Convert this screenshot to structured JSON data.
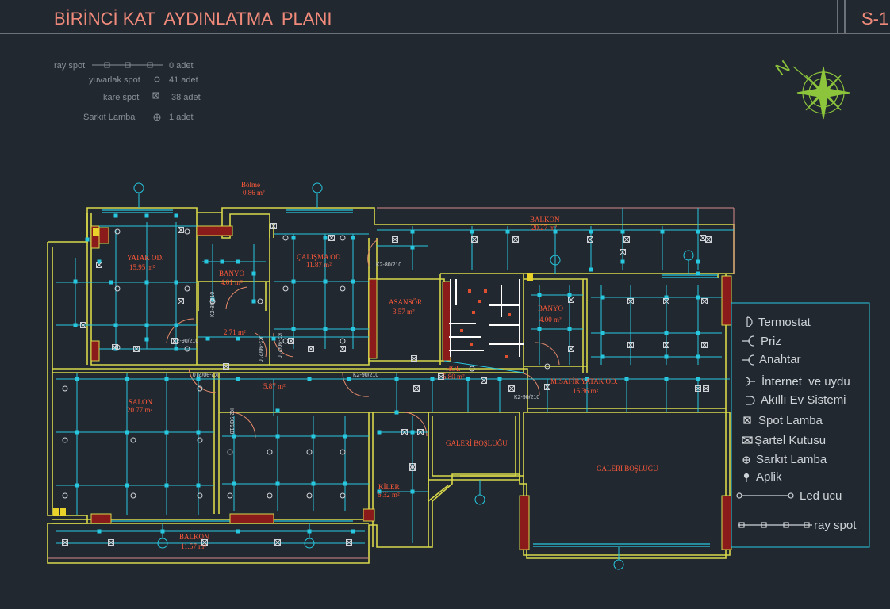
{
  "header": {
    "title": "BİRİNCİ KAT  AYDINLATMA  PLANI",
    "sheet": "S-1"
  },
  "colors": {
    "background": "#212830",
    "wall": "#d8d84a",
    "wire": "#27c7df",
    "room_text": "#ff5a3a",
    "door": "#e58a6a",
    "legend": "#cfd4d8",
    "compass": "#8cc43c",
    "brick": "#a01f1f"
  },
  "counts": [
    {
      "label": "ray spot",
      "count": "0 adet"
    },
    {
      "label": "yuvarlak spot",
      "count": "41 adet"
    },
    {
      "label": "kare spot",
      "count": "38 adet"
    },
    {
      "label": "Sarkıt Lamba",
      "count": "1 adet"
    }
  ],
  "rooms": [
    {
      "name": "YATAK OD.",
      "area": "15.95 m²"
    },
    {
      "name": "BANYO",
      "area": "4.01 m²"
    },
    {
      "name": "ÇALIŞMA OD.",
      "area": "11.87 m²"
    },
    {
      "name": "Bölme",
      "area": "0.86 m²"
    },
    {
      "name": "BALKON",
      "area": "20.27 m²"
    },
    {
      "name": "ASANSÖR",
      "area": "3.57 m²"
    },
    {
      "name": "BANYO",
      "area": "4.00 m²"
    },
    {
      "name": "HOL",
      "area": "5.80 m²"
    },
    {
      "name": "MİSAFİR YATAK OD.",
      "area": "16.36 m²"
    },
    {
      "name": "SALON",
      "area": "20.77 m²"
    },
    {
      "name": "GALERİ BOŞLUĞU",
      "area": ""
    },
    {
      "name": "GALERİ BOŞLUĞU",
      "area": ""
    },
    {
      "name": "KİLER",
      "area": "6.32 m²"
    },
    {
      "name": "BALKON",
      "area": "11.57 m²"
    },
    {
      "name": "",
      "area": "2.71 m²"
    },
    {
      "name": "",
      "area": "5.87 m²"
    }
  ],
  "doors": [
    "K2-80/210",
    "K2-90/210",
    "K2-90/210",
    "K2-80/210",
    "K2-90/210",
    "K2-90/210",
    "K2-90/210",
    "K2-90/210",
    "K2-90/210"
  ],
  "legend": [
    {
      "symbol": "termostat-icon",
      "label": "Termostat"
    },
    {
      "symbol": "priz-icon",
      "label": "Priz"
    },
    {
      "symbol": "anahtar-icon",
      "label": "Anahtar"
    },
    {
      "symbol": "internet-icon",
      "label": "İnternet  ve uydu"
    },
    {
      "symbol": "smart-home-icon",
      "label": "Akıllı Ev Sistemi"
    },
    {
      "symbol": "spot-lamp-icon",
      "label": "Spot Lamba"
    },
    {
      "symbol": "switch-box-icon",
      "label": "Şartel Kutusu"
    },
    {
      "symbol": "pendant-lamp-icon",
      "label": "Sarkıt Lamba"
    },
    {
      "symbol": "wall-lamp-icon",
      "label": "Aplik"
    },
    {
      "symbol": "led-end-icon",
      "label": "Led ucu"
    },
    {
      "symbol": "ray-spot-icon",
      "label": "ray spot"
    }
  ],
  "compass": {
    "label": "N"
  }
}
